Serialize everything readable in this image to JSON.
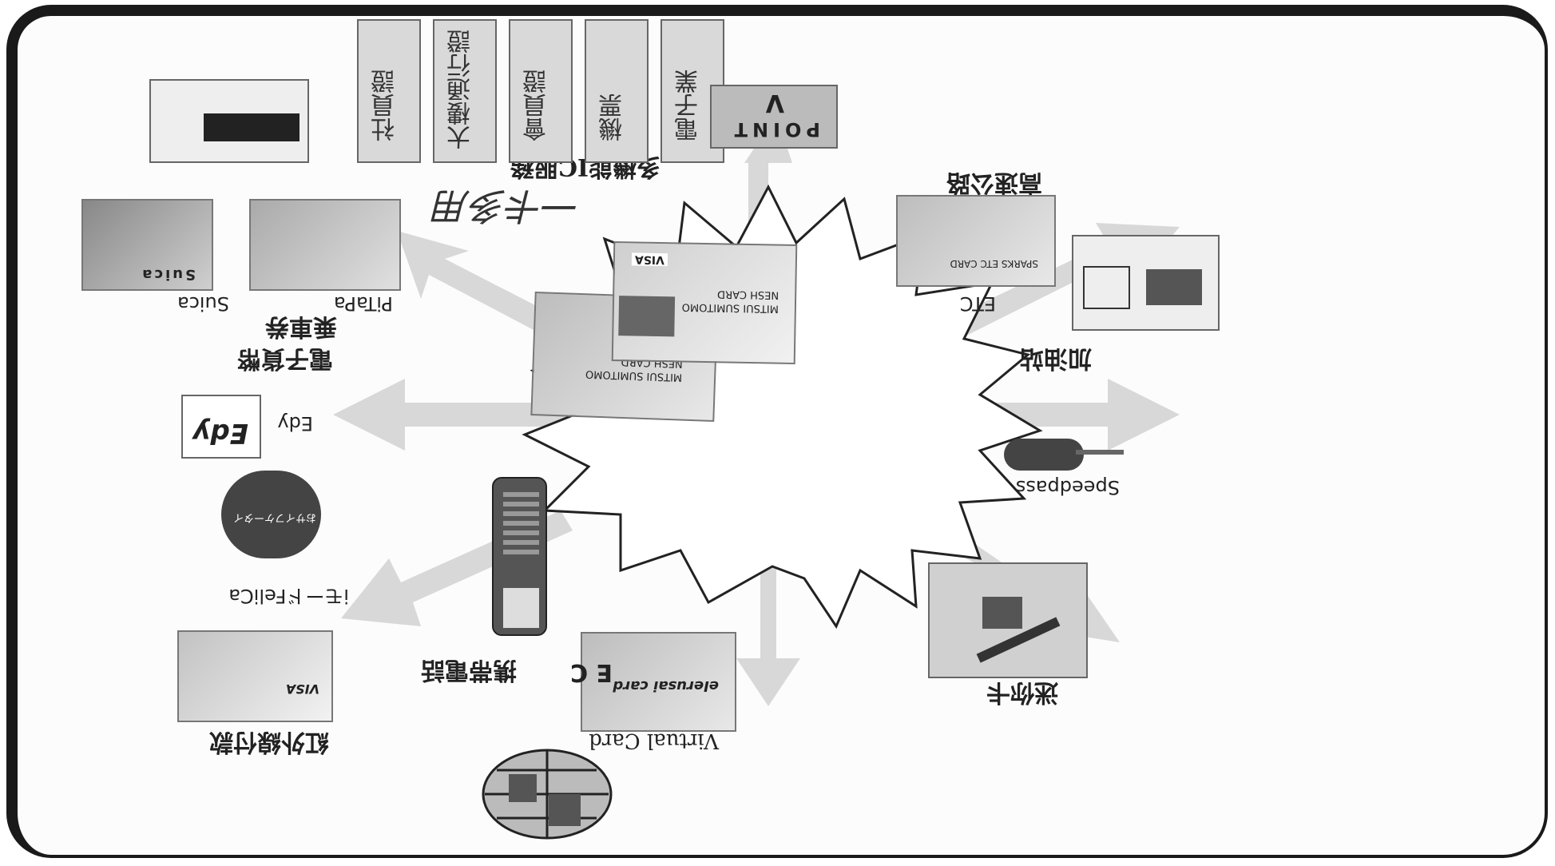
{
  "center": {
    "title": "多機能IC服務",
    "handwriting": "一卡多用",
    "card_brand": "VISA",
    "card_issuer": "MITSUI SUMITOMO",
    "card_type": "NESH CARD"
  },
  "services": [
    {
      "label": "電子業"
    },
    {
      "label": "機票"
    },
    {
      "label": "會員證"
    },
    {
      "label": "大樓通行證"
    },
    {
      "label": "社員證"
    }
  ],
  "left_top": {
    "label": "高速公路",
    "caption": "ETC",
    "card_text": "SPARKS ETC CARD"
  },
  "left_mid": {
    "label": "加油站",
    "caption": "Speedpass"
  },
  "left_bottom": {
    "label": "迷你卡"
  },
  "bottom_center": {
    "caption": "Virtual Card",
    "card_text": "eIerusai card"
  },
  "ec": {
    "label": "E C"
  },
  "mobile": {
    "label": "携帯電話"
  },
  "right_top": {
    "label": "電子貨幣",
    "sub": "乗車券",
    "cap1": "PiTaPa",
    "cap2": "Suica",
    "card_text": "Suica"
  },
  "edy": {
    "caption": "Edy",
    "logo": "Edy"
  },
  "felica": {
    "caption": "iモードFeliCa",
    "logo": "おサイフケータイ"
  },
  "infrared": {
    "label": "紅外線付款",
    "card_brand": "VISA"
  },
  "point": {
    "logo": "POINT",
    "logo_v": "V"
  }
}
